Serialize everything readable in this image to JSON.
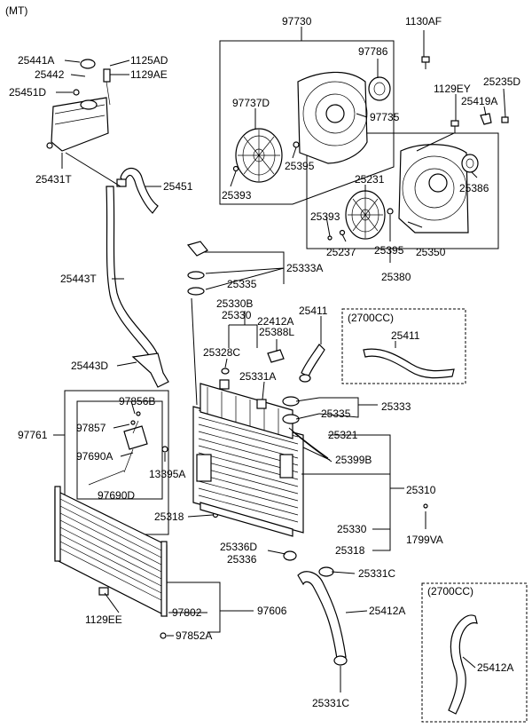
{
  "header": {
    "variant": "(MT)"
  },
  "boxes": {
    "engine_variant": "(2700CC)"
  },
  "labels": {
    "p97730": "97730",
    "p1130AF": "1130AF",
    "p97786": "97786",
    "p25441A": "25441A",
    "p1125AD": "1125AD",
    "p1129AE": "1129AE",
    "p25442": "25442",
    "p25451D": "25451D",
    "p97737D": "97737D",
    "p97735": "97735",
    "p25395a": "25395",
    "p25393a": "25393",
    "p1129EY": "1129EY",
    "p25235D": "25235D",
    "p25419A": "25419A",
    "p25386": "25386",
    "p25431T": "25431T",
    "p25451": "25451",
    "p25231": "25231",
    "p25393b": "25393",
    "p25237": "25237",
    "p25395b": "25395",
    "p25350": "25350",
    "p25380": "25380",
    "p25443T": "25443T",
    "p25333A": "25333A",
    "p25335a": "25335",
    "p25330B": "25330B",
    "p25330": "25330",
    "p22412A": "22412A",
    "p25328C": "25328C",
    "p25388L": "25388L",
    "p25411a": "25411",
    "p25411b": "25411",
    "p25443D": "25443D",
    "p25331A": "25331A",
    "p25333": "25333",
    "p25335b": "25335",
    "p97856B": "97856B",
    "p97761": "97761",
    "p97857": "97857",
    "p25321": "25321",
    "p97690A": "97690A",
    "p25399B": "25399B",
    "p13395A": "13395A",
    "p97690D": "97690D",
    "p25310": "25310",
    "p25318a": "25318",
    "p25330b": "25330",
    "p1799VA": "1799VA",
    "p25336D": "25336D",
    "p25336": "25336",
    "p25318b": "25318",
    "p25331Ca": "25331C",
    "p97606": "97606",
    "p97802": "97802",
    "p1129EE": "1129EE",
    "p25412Aa": "25412A",
    "p97852A": "97852A",
    "p25412Ab": "25412A",
    "p25331Cb": "25331C"
  }
}
